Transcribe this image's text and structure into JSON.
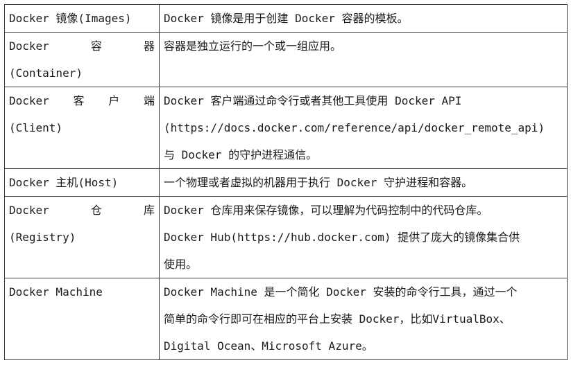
{
  "rows": [
    {
      "term_parts": [
        "Docker 镜像(Images)"
      ],
      "description": "Docker 镜像是用于创建 Docker 容器的模板。"
    },
    {
      "term_parts": [
        "Docker",
        "容",
        "器"
      ],
      "term_line2": "(Container)",
      "description": "容器是独立运行的一个或一组应用。"
    },
    {
      "term_parts": [
        "Docker",
        "客",
        "户",
        "端"
      ],
      "term_line2": "(Client)",
      "description_lines": [
        "Docker 客户端通过命令行或者其他工具使用 Docker API",
        "(https://docs.docker.com/reference/api/docker_remote_api)",
        "与 Docker 的守护进程通信。"
      ]
    },
    {
      "term_parts": [
        "Docker 主机(Host)"
      ],
      "description": "一个物理或者虚拟的机器用于执行 Docker 守护进程和容器。"
    },
    {
      "term_parts": [
        "Docker",
        "仓",
        "库"
      ],
      "term_line2": "(Registry)",
      "description_lines": [
        "Docker 仓库用来保存镜像，可以理解为代码控制中的代码仓库。",
        "Docker Hub(https://hub.docker.com) 提供了庞大的镜像集合供",
        "使用。"
      ]
    },
    {
      "term_parts": [
        "Docker Machine"
      ],
      "description_lines": [
        "Docker Machine 是一个简化 Docker 安装的命令行工具，通过一个",
        "简单的命令行即可在相应的平台上安装 Docker，比如VirtualBox、",
        "Digital Ocean、Microsoft Azure。"
      ]
    }
  ]
}
